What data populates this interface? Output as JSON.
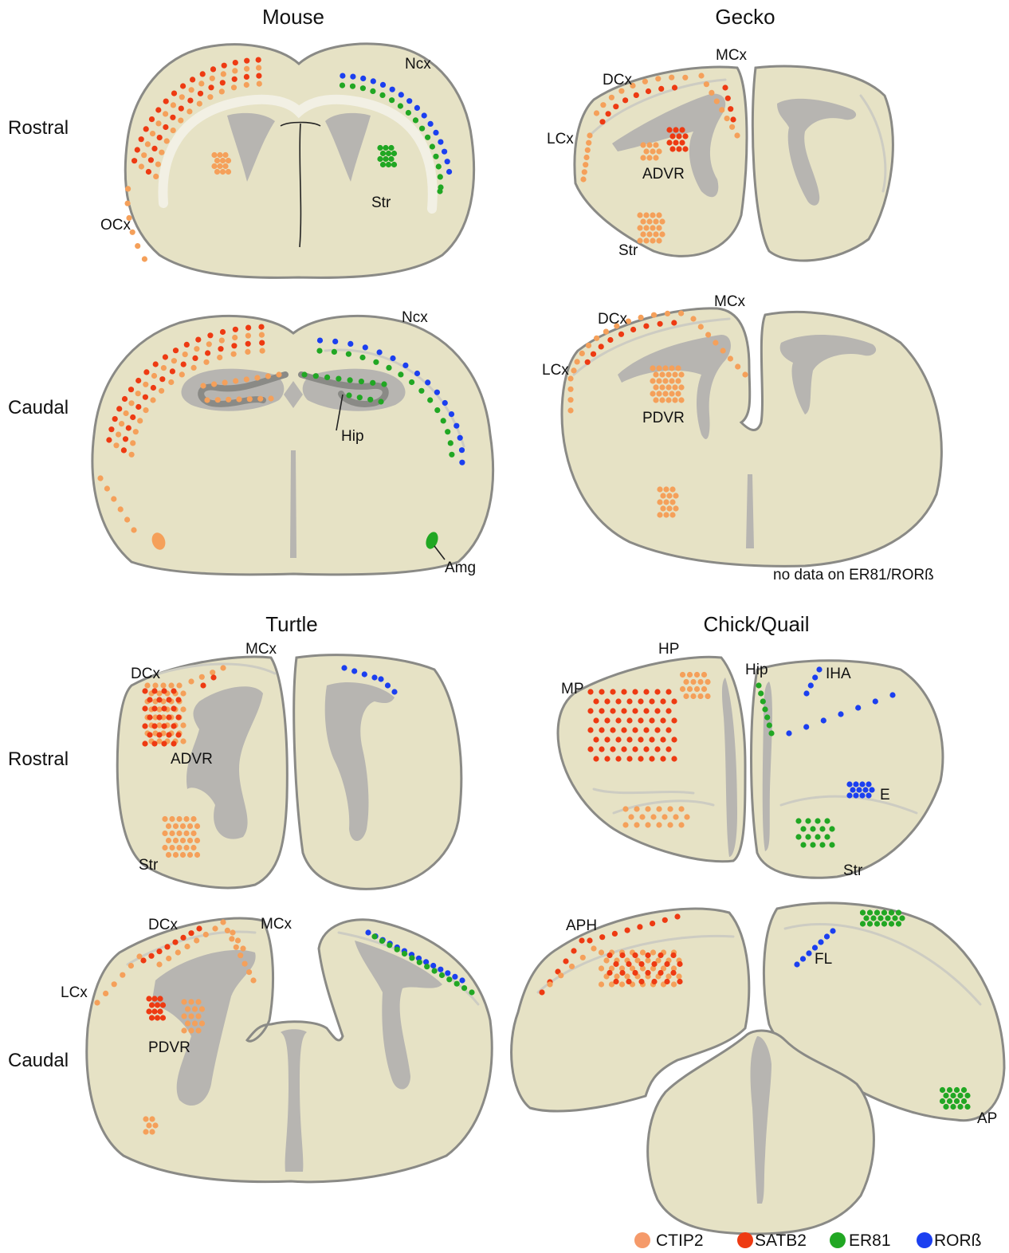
{
  "colors": {
    "CTIP2": "#f5a05a",
    "SATB2": "#ee3a12",
    "ER81": "#21a723",
    "RORB": "#1b3ff0",
    "tissue": "#e6e2c5",
    "ventricle": "#b7b5b1",
    "outline": "#8a8a86"
  },
  "titles": {
    "mouse": "Mouse",
    "gecko": "Gecko",
    "turtle": "Turtle",
    "chick": "Chick/Quail"
  },
  "rows": {
    "mouse_rostral": "Rostral",
    "mouse_caudal": "Caudal",
    "turtle_rostral": "Rostral",
    "turtle_caudal": "Caudal"
  },
  "labels": {
    "mouse_r_ncx": "Ncx",
    "mouse_r_ocx": "OCx",
    "mouse_r_str": "Str",
    "mouse_c_ncx": "Ncx",
    "mouse_c_hip": "Hip",
    "mouse_c_amg": "Amg",
    "gecko_r_mcx": "MCx",
    "gecko_r_dcx": "DCx",
    "gecko_r_lcx": "LCx",
    "gecko_r_advr": "ADVR",
    "gecko_r_str": "Str",
    "gecko_c_mcx": "MCx",
    "gecko_c_dcx": "DCx",
    "gecko_c_lcx": "LCx",
    "gecko_c_pdvr": "PDVR",
    "gecko_note": "no data on ER81/RORß",
    "turtle_r_mcx": "MCx",
    "turtle_r_dcx": "DCx",
    "turtle_r_advr": "ADVR",
    "turtle_r_str": "Str",
    "turtle_c_dcx": "DCx",
    "turtle_c_mcx": "MCx",
    "turtle_c_lcx": "LCx",
    "turtle_c_pdvr": "PDVR",
    "chick_r_hp": "HP",
    "chick_r_hip": "Hip",
    "chick_r_iha": "IHA",
    "chick_r_mp": "MP",
    "chick_r_e": "E",
    "chick_r_str": "Str",
    "chick_c_aph": "APH",
    "chick_c_fl": "FL",
    "chick_c_ap": "AP"
  },
  "legend": [
    {
      "marker": "CTIP2",
      "label": "CTIP2"
    },
    {
      "marker": "SATB2",
      "label": "SATB2"
    },
    {
      "marker": "ER81",
      "label": "ER81"
    },
    {
      "marker": "RORB",
      "label": "RORß"
    }
  ]
}
